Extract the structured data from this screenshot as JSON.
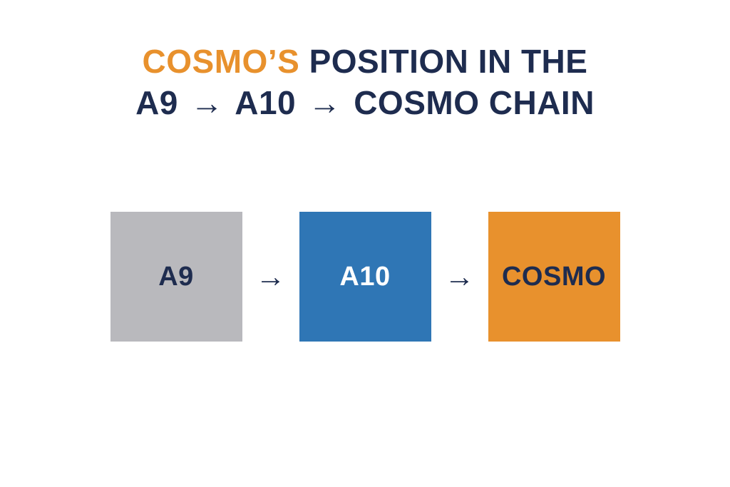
{
  "title": {
    "line1_accent": "COSMO’S",
    "line1_rest": " POSITION IN THE",
    "line2_part1": "A9",
    "line2_arrow1": "→",
    "line2_part2": "A10",
    "line2_arrow2": "→",
    "line2_part3": "COSMO CHAIN"
  },
  "diagram": {
    "nodes": [
      {
        "label": "A9",
        "bg": "#b9b9bd",
        "text_color": "#1e2c4f"
      },
      {
        "label": "A10",
        "bg": "#2f76b5",
        "text_color": "#ffffff"
      },
      {
        "label": "COSMO",
        "bg": "#e8912d",
        "text_color": "#1e2c4f"
      }
    ],
    "arrow_glyph": "→",
    "arrow_color": "#1e2c4f"
  },
  "colors": {
    "background": "#ffffff",
    "title_navy": "#1e2c4f",
    "title_orange": "#e8912d"
  }
}
